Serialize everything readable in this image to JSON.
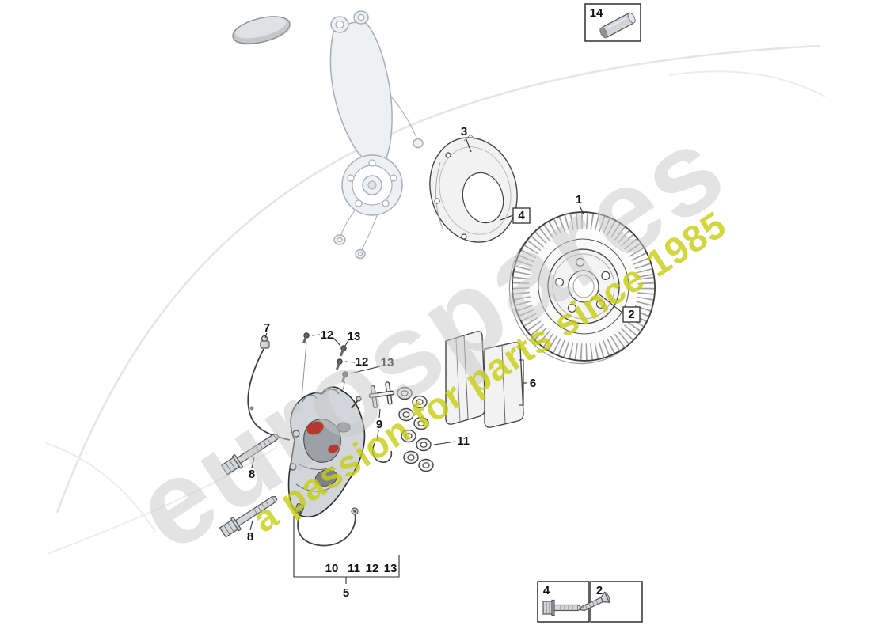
{
  "watermark": {
    "brand": "eurospares",
    "tagline": "a passion for parts since 1985",
    "brand_color": "#c8c8c8",
    "tagline_color": "#c8ce12"
  },
  "colors": {
    "caliper_red": "#b5392c",
    "line": "#2f2f2f"
  },
  "callouts": {
    "disc": "1",
    "disc_screw": "2",
    "shield": "3",
    "shield_bolt": "4",
    "assembly": "5",
    "pads": "6",
    "sensor": "7",
    "bolt_a": "8",
    "bolt_b": "8",
    "spring": "9",
    "hardware": "11",
    "pin12_a": "12",
    "pin13_a": "13",
    "pin12_b": "12",
    "pin13_b": "13",
    "group_row": [
      "10",
      "11",
      "12",
      "13"
    ]
  },
  "insets": {
    "sleeve_label": "14",
    "bolt_label": "4",
    "screw_label": "2"
  }
}
